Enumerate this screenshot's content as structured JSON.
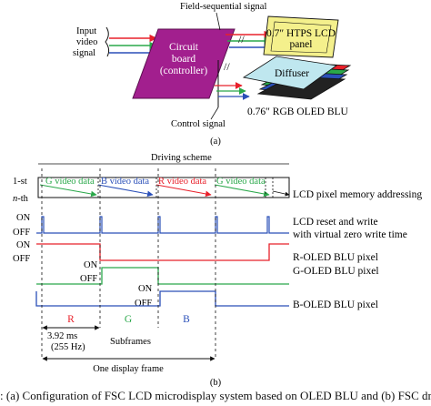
{
  "panel_a": {
    "label": "(a)",
    "input_signal": [
      "Input",
      "video",
      "signal"
    ],
    "field_signal": "Field-sequential signal",
    "circuit_board": [
      "Circuit",
      "board",
      "(controller)"
    ],
    "lcd_panel": [
      "0.7″ HTPS LCD",
      "panel"
    ],
    "diffuser": "Diffuser",
    "control_signal": "Control signal",
    "oled_blu": "0.76″ RGB OLED BLU"
  },
  "panel_b": {
    "label": "(b)",
    "driving_scheme": "Driving scheme",
    "row_first": "1-st",
    "row_nth_n": "n",
    "row_nth_suffix": "-th",
    "video_data": [
      "G video data",
      "B video data",
      "R video data",
      "G video data"
    ],
    "on": "ON",
    "off": "OFF",
    "signals": [
      {
        "name": "LCD pixel memory addressing"
      },
      {
        "name": "LCD reset and write",
        "name2": "with virtual zero write time"
      },
      {
        "name": "R-OLED BLU pixel"
      },
      {
        "name": "G-OLED BLU pixel"
      },
      {
        "name": "B-OLED BLU pixel"
      }
    ],
    "subframe_letters": [
      "R",
      "G",
      "B"
    ],
    "subframes_label": "Subframes",
    "period_ms": "3.92 ms",
    "period_hz": "(255 Hz)",
    "display_frame": "One display frame"
  },
  "caption": ": (a) Configuration of FSC LCD microdisplay system based on OLED BLU and (b) FSC driving",
  "colors": {
    "red": "#e8202a",
    "green": "#2aa84a",
    "blue": "#2a4fb8",
    "board": "#a21f8e",
    "lcd": "#f4f08c",
    "diffuser": "#bfe7ef",
    "black": "#111111"
  }
}
